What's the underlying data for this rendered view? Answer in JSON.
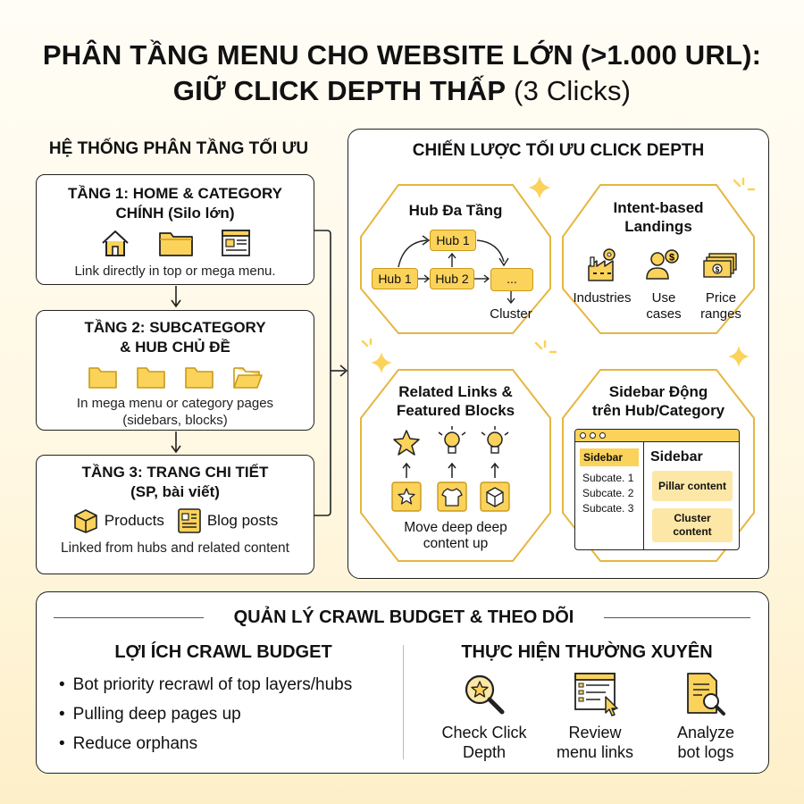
{
  "header": {
    "line1": "PHÂN TẦNG MENU CHO WEBSITE LỚN (>1.000 URL):",
    "line2_bold": "GIỮ CLICK DEPTH THẤP",
    "line2_light": " (3 Clicks)"
  },
  "hierarchy": {
    "title": "HỆ THỐNG PHÂN TẦNG TỐI ƯU",
    "tier1": {
      "title_line1": "TẦNG 1: HOME & CATEGORY",
      "title_line2": "CHÍNH (Silo lớn)",
      "desc": "Link directly in top or mega menu."
    },
    "tier2": {
      "title_line1": "TẦNG 2: SUBCATEGORY",
      "title_line2": "& HUB CHỦ ĐỀ",
      "desc_line1": "In mega menu or category pages",
      "desc_line2": "(sidebars, blocks)"
    },
    "tier3": {
      "title_line1": "TẦNG 3: TRANG CHI TIẾT",
      "title_line2": "(SP, bài viết)",
      "products": "Products",
      "blog": "Blog posts",
      "desc": "Linked from hubs and related content"
    }
  },
  "strategy": {
    "title": "CHIẾN LƯỢC TỐI ƯU CLICK DEPTH",
    "hub": {
      "title": "Hub Đa Tầng",
      "node_top": "Hub 1",
      "node_left": "Hub 1",
      "node_mid": "Hub 2",
      "node_right": "...",
      "cluster": "Cluster"
    },
    "intent": {
      "title_line1": "Intent-based",
      "title_line2": "Landings",
      "industries": "Industries",
      "use_line1": "Use",
      "use_line2": "cases",
      "price_line1": "Price",
      "price_line2": "ranges"
    },
    "related": {
      "title_line1": "Related Links &",
      "title_line2": "Featured Blocks",
      "desc_line1": "Move deep deep",
      "desc_line2": "content up"
    },
    "sidebar": {
      "title_line1": "Sidebar Động",
      "title_line2": "trên Hub/Category",
      "tab": "Sidebar",
      "items": [
        "Subcate. 1",
        "Subcate. 2",
        "Subcate. 3"
      ],
      "heading": "Sidebar",
      "pillar": "Pillar content",
      "cluster_line1": "Cluster",
      "cluster_line2": "content"
    }
  },
  "crawl": {
    "title": "QUẢN LÝ CRAWL BUDGET & THEO DÕI",
    "benefits_title": "LỢI ÍCH CRAWL BUDGET",
    "benefits": [
      "Bot priority recrawl of top layers/hubs",
      "Pulling deep pages up",
      "Reduce orphans"
    ],
    "routine_title": "THỰC HIỆN THƯỜNG XUYÊN",
    "actions": [
      {
        "line1": "Check Click",
        "line2": "Depth"
      },
      {
        "line1": "Review",
        "line2": "menu links"
      },
      {
        "line1": "Analyze",
        "line2": "bot logs"
      }
    ]
  },
  "colors": {
    "accent": "#fbd25a",
    "accent_dark": "#c99a18",
    "hex_border": "#e6b640",
    "text": "#111111"
  }
}
